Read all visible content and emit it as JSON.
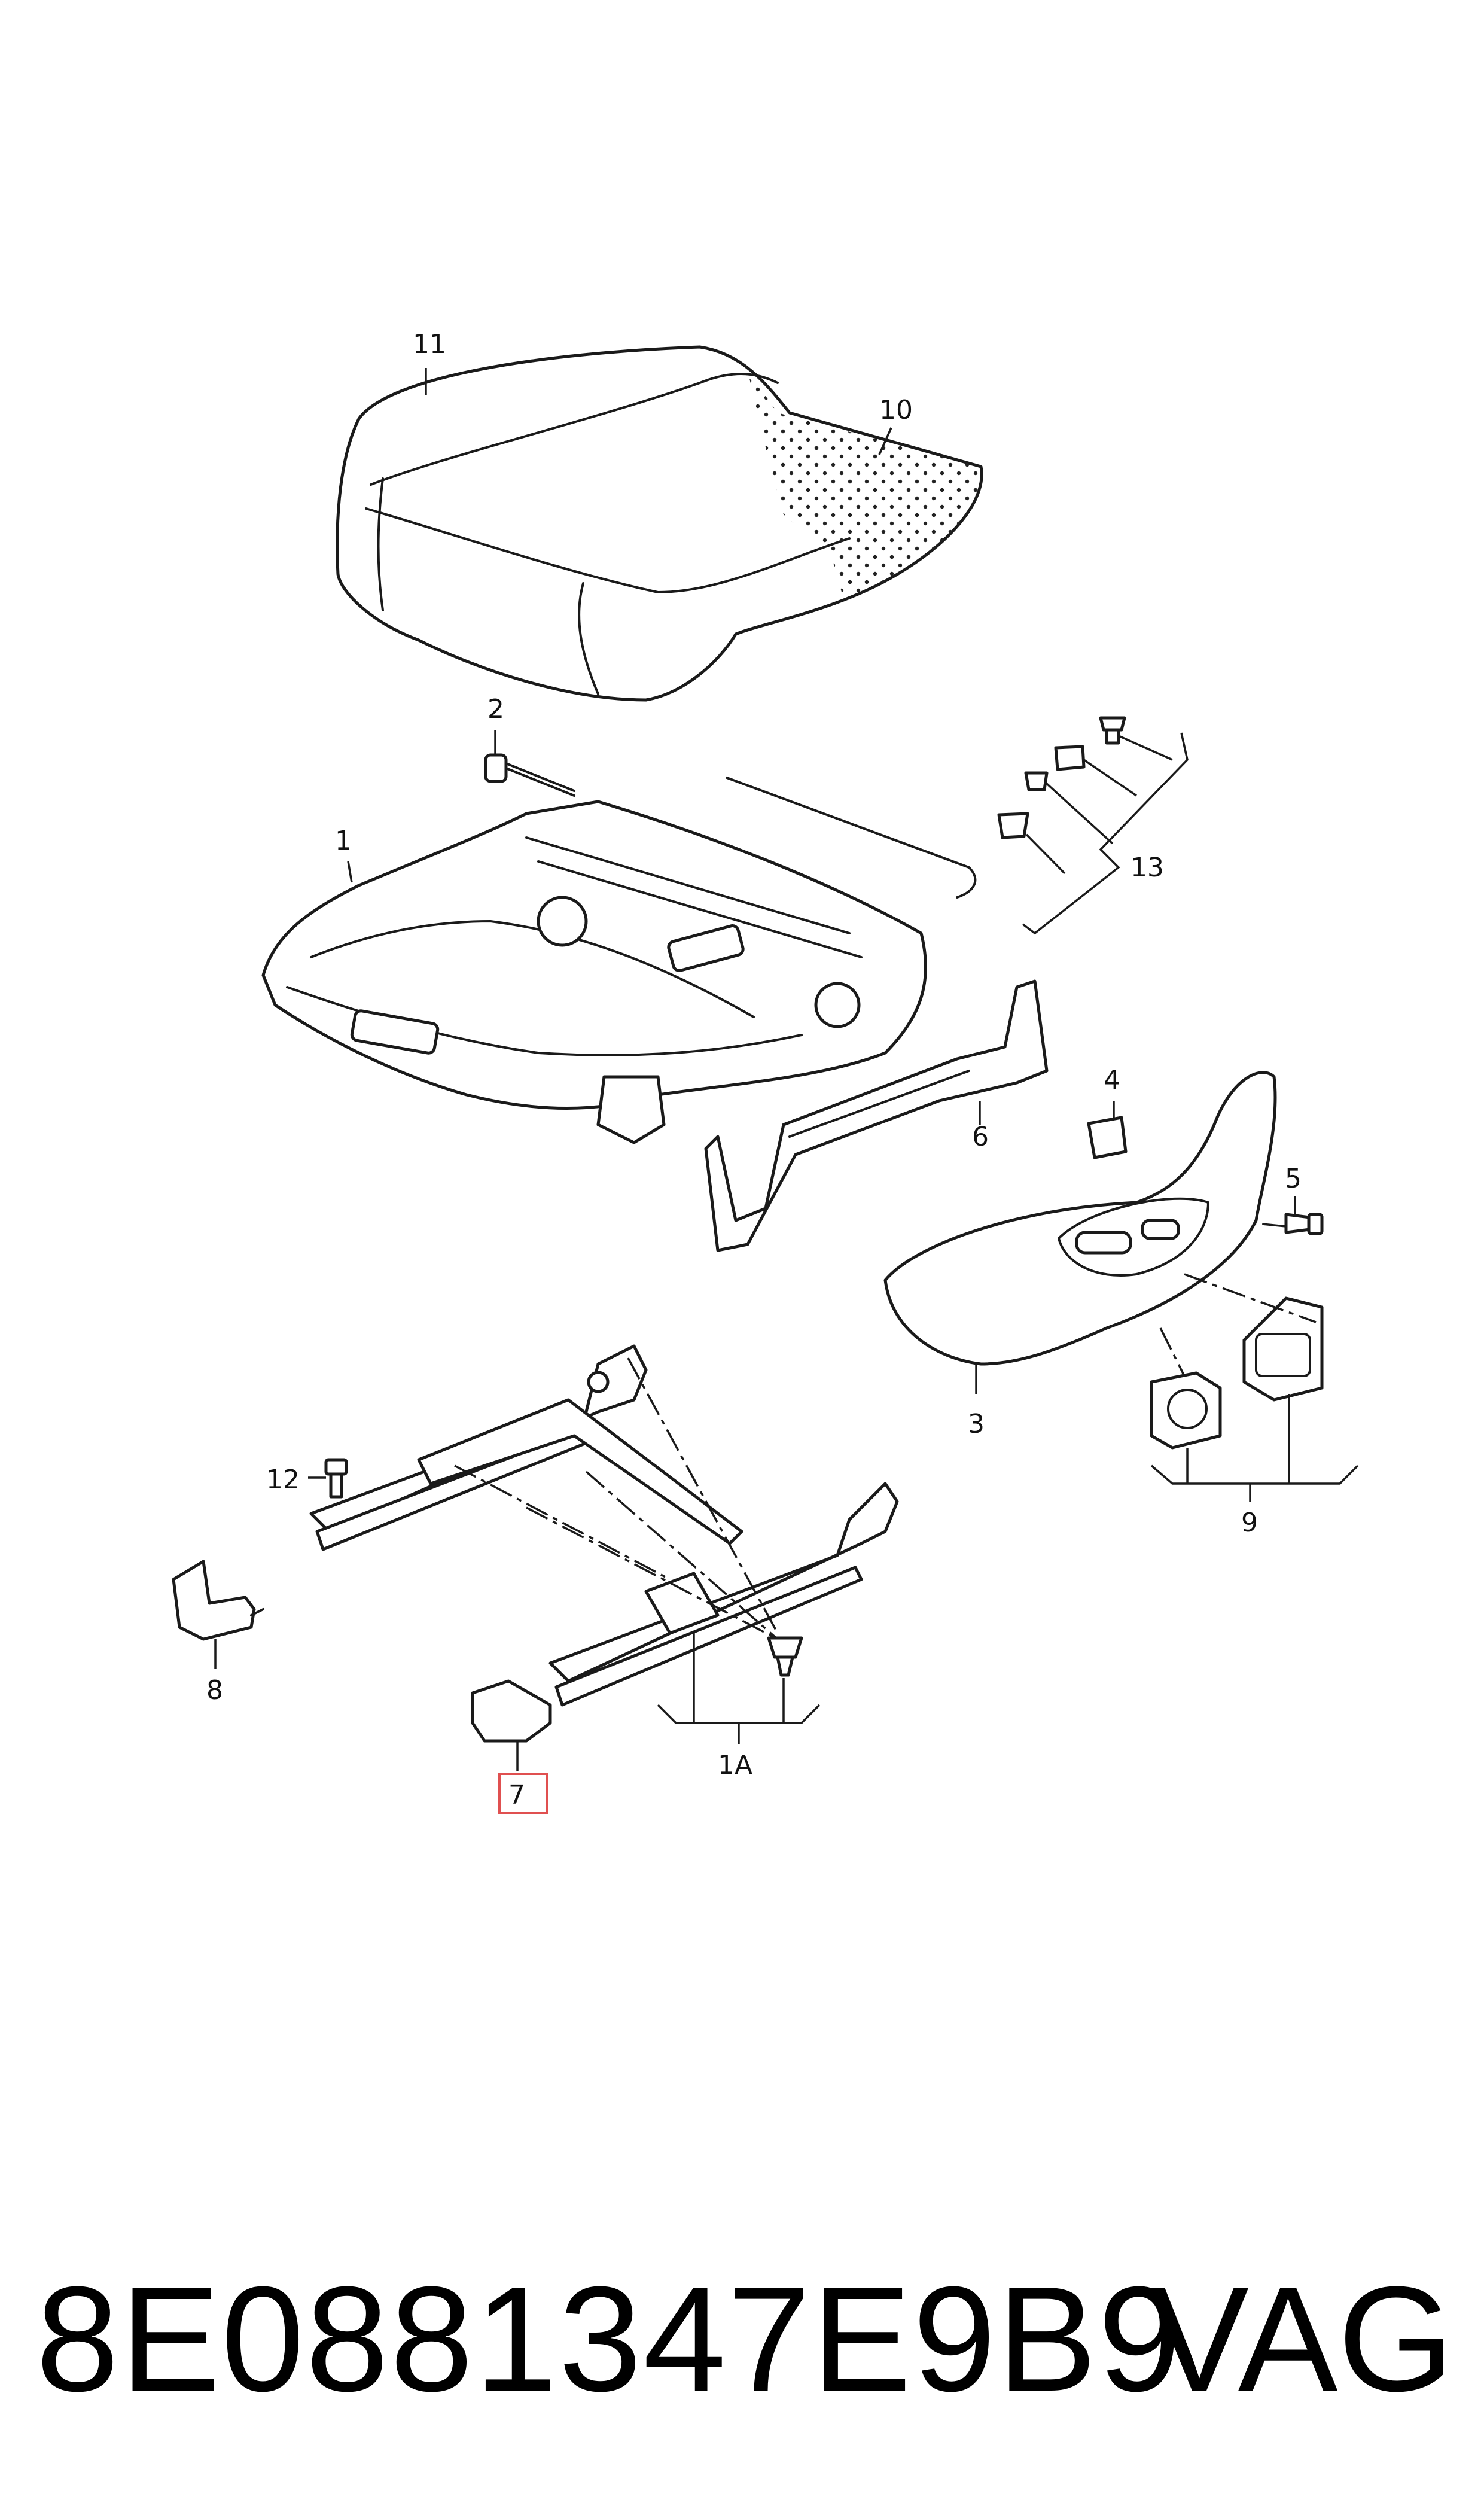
{
  "callouts": {
    "c1": "1",
    "c1a": "1A",
    "c2": "2",
    "c3": "3",
    "c4": "4",
    "c5": "5",
    "c6": "6",
    "c7": "7",
    "c8": "8",
    "c9": "9",
    "c10": "10",
    "c11": "11",
    "c12": "12",
    "c13": "13"
  },
  "highlight_color": "#e05050",
  "footer": {
    "part_number": "8E0881347E9B9",
    "brand": "VAG"
  }
}
